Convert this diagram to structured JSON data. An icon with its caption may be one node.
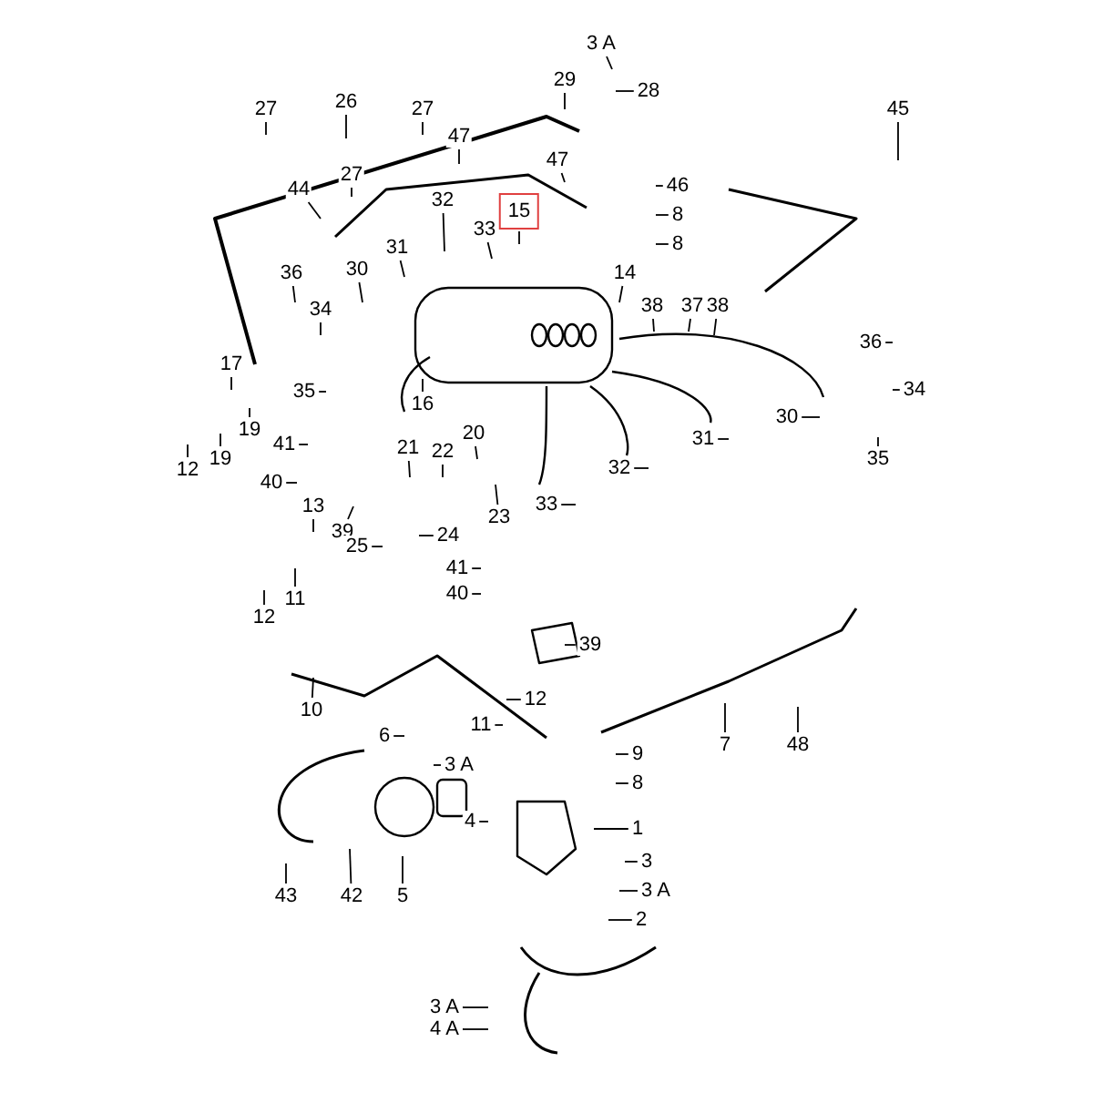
{
  "diagram": {
    "nodes": [
      {
        "text": [
          "27"
        ]
      },
      {
        "text": [
          "26"
        ]
      },
      {
        "text": [
          "27"
        ]
      },
      {
        "text": [
          "29"
        ]
      },
      {
        "text": [
          "3 A"
        ]
      },
      {
        "text": [
          "28"
        ]
      },
      {
        "text": [
          "45"
        ]
      },
      {
        "text": [
          "47"
        ]
      },
      {
        "text": [
          "27"
        ]
      },
      {
        "text": [
          "44"
        ]
      },
      {
        "text": [
          "47"
        ]
      },
      {
        "text": [
          "46"
        ]
      },
      {
        "text": [
          "8"
        ]
      },
      {
        "text": [
          "8"
        ]
      },
      {
        "text": [
          "15"
        ]
      },
      {
        "text": [
          "33"
        ]
      },
      {
        "text": [
          "32"
        ]
      },
      {
        "text": [
          "31"
        ]
      },
      {
        "text": [
          "30"
        ]
      },
      {
        "text": [
          "36"
        ]
      },
      {
        "text": [
          "34"
        ]
      },
      {
        "text": [
          "14"
        ]
      },
      {
        "text": [
          "38"
        ]
      },
      {
        "text": [
          "37"
        ]
      },
      {
        "text": [
          "38"
        ]
      },
      {
        "text": [
          "36"
        ]
      },
      {
        "text": [
          "34"
        ]
      },
      {
        "text": [
          "35"
        ]
      },
      {
        "text": [
          "30"
        ]
      },
      {
        "text": [
          "17"
        ]
      },
      {
        "text": [
          "12"
        ]
      },
      {
        "text": [
          "19"
        ]
      },
      {
        "text": [
          "19"
        ]
      },
      {
        "text": [
          "35"
        ]
      },
      {
        "text": [
          "16"
        ]
      },
      {
        "text": [
          "41"
        ]
      },
      {
        "text": [
          "40"
        ]
      },
      {
        "text": [
          "13"
        ]
      },
      {
        "text": [
          "39"
        ]
      },
      {
        "text": [
          "21"
        ]
      },
      {
        "text": [
          "22"
        ]
      },
      {
        "text": [
          "20"
        ]
      },
      {
        "text": [
          "23"
        ]
      },
      {
        "text": [
          "24"
        ]
      },
      {
        "text": [
          "25"
        ]
      },
      {
        "text": [
          "33"
        ]
      },
      {
        "text": [
          "31"
        ]
      },
      {
        "text": [
          "32"
        ]
      },
      {
        "text": [
          "12"
        ]
      },
      {
        "text": [
          "11"
        ]
      },
      {
        "text": [
          "41"
        ]
      },
      {
        "text": [
          "40"
        ]
      },
      {
        "text": [
          "39"
        ]
      },
      {
        "text": [
          "10"
        ]
      },
      {
        "text": [
          "12"
        ]
      },
      {
        "text": [
          "11"
        ]
      },
      {
        "text": [
          "6"
        ]
      },
      {
        "text": [
          "3 A"
        ]
      },
      {
        "text": [
          "9"
        ]
      },
      {
        "text": [
          "8"
        ]
      },
      {
        "text": [
          "7"
        ]
      },
      {
        "text": [
          "48"
        ]
      },
      {
        "text": [
          "4"
        ]
      },
      {
        "text": [
          "1"
        ]
      },
      {
        "text": [
          "3"
        ]
      },
      {
        "text": [
          "3 A"
        ]
      },
      {
        "text": [
          "2"
        ]
      },
      {
        "text": [
          "43"
        ]
      },
      {
        "text": [
          "42"
        ]
      },
      {
        "text": [
          "5"
        ]
      },
      {
        "text": [
          "3 A"
        ]
      },
      {
        "text": [
          "4 A"
        ]
      }
    ],
    "edges": [
      {
        "from": 0,
        "to": null,
        "arrow": "none"
      },
      {
        "from": 1,
        "to": null,
        "arrow": "none"
      },
      {
        "from": 2,
        "to": null,
        "arrow": "none"
      },
      {
        "from": 3,
        "to": null,
        "arrow": "none"
      },
      {
        "from": 4,
        "to": null,
        "arrow": "none"
      },
      {
        "from": 5,
        "to": null,
        "arrow": "none"
      },
      {
        "from": 6,
        "to": null,
        "arrow": "none"
      },
      {
        "from": 7,
        "to": null,
        "arrow": "none"
      },
      {
        "from": 8,
        "to": null,
        "arrow": "none"
      },
      {
        "from": 9,
        "to": null,
        "arrow": "none"
      },
      {
        "from": 10,
        "to": null,
        "arrow": "none"
      },
      {
        "from": 11,
        "to": null,
        "arrow": "none"
      },
      {
        "from": 12,
        "to": null,
        "arrow": "none"
      },
      {
        "from": 13,
        "to": null,
        "arrow": "none"
      },
      {
        "from": 14,
        "to": null,
        "arrow": "none"
      },
      {
        "from": 15,
        "to": null,
        "arrow": "none"
      },
      {
        "from": 16,
        "to": null,
        "arrow": "none"
      },
      {
        "from": 17,
        "to": null,
        "arrow": "none"
      },
      {
        "from": 18,
        "to": null,
        "arrow": "none"
      },
      {
        "from": 19,
        "to": null,
        "arrow": "none"
      },
      {
        "from": 20,
        "to": null,
        "arrow": "none"
      },
      {
        "from": 21,
        "to": null,
        "arrow": "none"
      },
      {
        "from": 22,
        "to": null,
        "arrow": "none"
      },
      {
        "from": 23,
        "to": null,
        "arrow": "none"
      },
      {
        "from": 24,
        "to": null,
        "arrow": "none"
      },
      {
        "from": 25,
        "to": null,
        "arrow": "none"
      },
      {
        "from": 26,
        "to": null,
        "arrow": "none"
      },
      {
        "from": 27,
        "to": null,
        "arrow": "none"
      },
      {
        "from": 28,
        "to": null,
        "arrow": "none"
      },
      {
        "from": 29,
        "to": null,
        "arrow": "none"
      },
      {
        "from": 30,
        "to": null,
        "arrow": "none"
      },
      {
        "from": 31,
        "to": null,
        "arrow": "none"
      },
      {
        "from": 32,
        "to": null,
        "arrow": "none"
      },
      {
        "from": 33,
        "to": null,
        "arrow": "none"
      },
      {
        "from": 34,
        "to": null,
        "arrow": "none"
      },
      {
        "from": 35,
        "to": null,
        "arrow": "none"
      },
      {
        "from": 36,
        "to": null,
        "arrow": "none"
      },
      {
        "from": 37,
        "to": null,
        "arrow": "none"
      },
      {
        "from": 38,
        "to": null,
        "arrow": "none"
      },
      {
        "from": 39,
        "to": null,
        "arrow": "none"
      },
      {
        "from": 40,
        "to": null,
        "arrow": "none"
      },
      {
        "from": 41,
        "to": null,
        "arrow": "none"
      },
      {
        "from": 42,
        "to": null,
        "arrow": "none"
      },
      {
        "from": 43,
        "to": null,
        "arrow": "none"
      },
      {
        "from": 44,
        "to": null,
        "arrow": "none"
      },
      {
        "from": 45,
        "to": null,
        "arrow": "none"
      },
      {
        "from": 46,
        "to": null,
        "arrow": "none"
      },
      {
        "from": 47,
        "to": null,
        "arrow": "none"
      },
      {
        "from": 48,
        "to": null,
        "arrow": "none"
      },
      {
        "from": 49,
        "to": null,
        "arrow": "none"
      },
      {
        "from": 50,
        "to": null,
        "arrow": "none"
      },
      {
        "from": 51,
        "to": null,
        "arrow": "none"
      },
      {
        "from": 52,
        "to": null,
        "arrow": "none"
      },
      {
        "from": 53,
        "to": null,
        "arrow": "none"
      },
      {
        "from": 54,
        "to": null,
        "arrow": "none"
      },
      {
        "from": 55,
        "to": null,
        "arrow": "none"
      },
      {
        "from": 56,
        "to": null,
        "arrow": "none"
      },
      {
        "from": 57,
        "to": null,
        "arrow": "none"
      },
      {
        "from": 58,
        "to": null,
        "arrow": "none"
      },
      {
        "from": 59,
        "to": null,
        "arrow": "none"
      },
      {
        "from": 60,
        "to": null,
        "arrow": "none"
      },
      {
        "from": 61,
        "to": null,
        "arrow": "none"
      },
      {
        "from": 62,
        "to": null,
        "arrow": "none"
      },
      {
        "from": 63,
        "to": null,
        "arrow": "none"
      },
      {
        "from": 64,
        "to": null,
        "arrow": "none"
      },
      {
        "from": 65,
        "to": null,
        "arrow": "none"
      },
      {
        "from": 66,
        "to": null,
        "arrow": "none"
      },
      {
        "from": 67,
        "to": null,
        "arrow": "none"
      },
      {
        "from": 68,
        "to": null,
        "arrow": "none"
      },
      {
        "from": 69,
        "to": null,
        "arrow": "none"
      },
      {
        "from": 70,
        "to": null,
        "arrow": "none"
      },
      {
        "from": 71,
        "to": null,
        "arrow": "none"
      }
    ]
  }
}
